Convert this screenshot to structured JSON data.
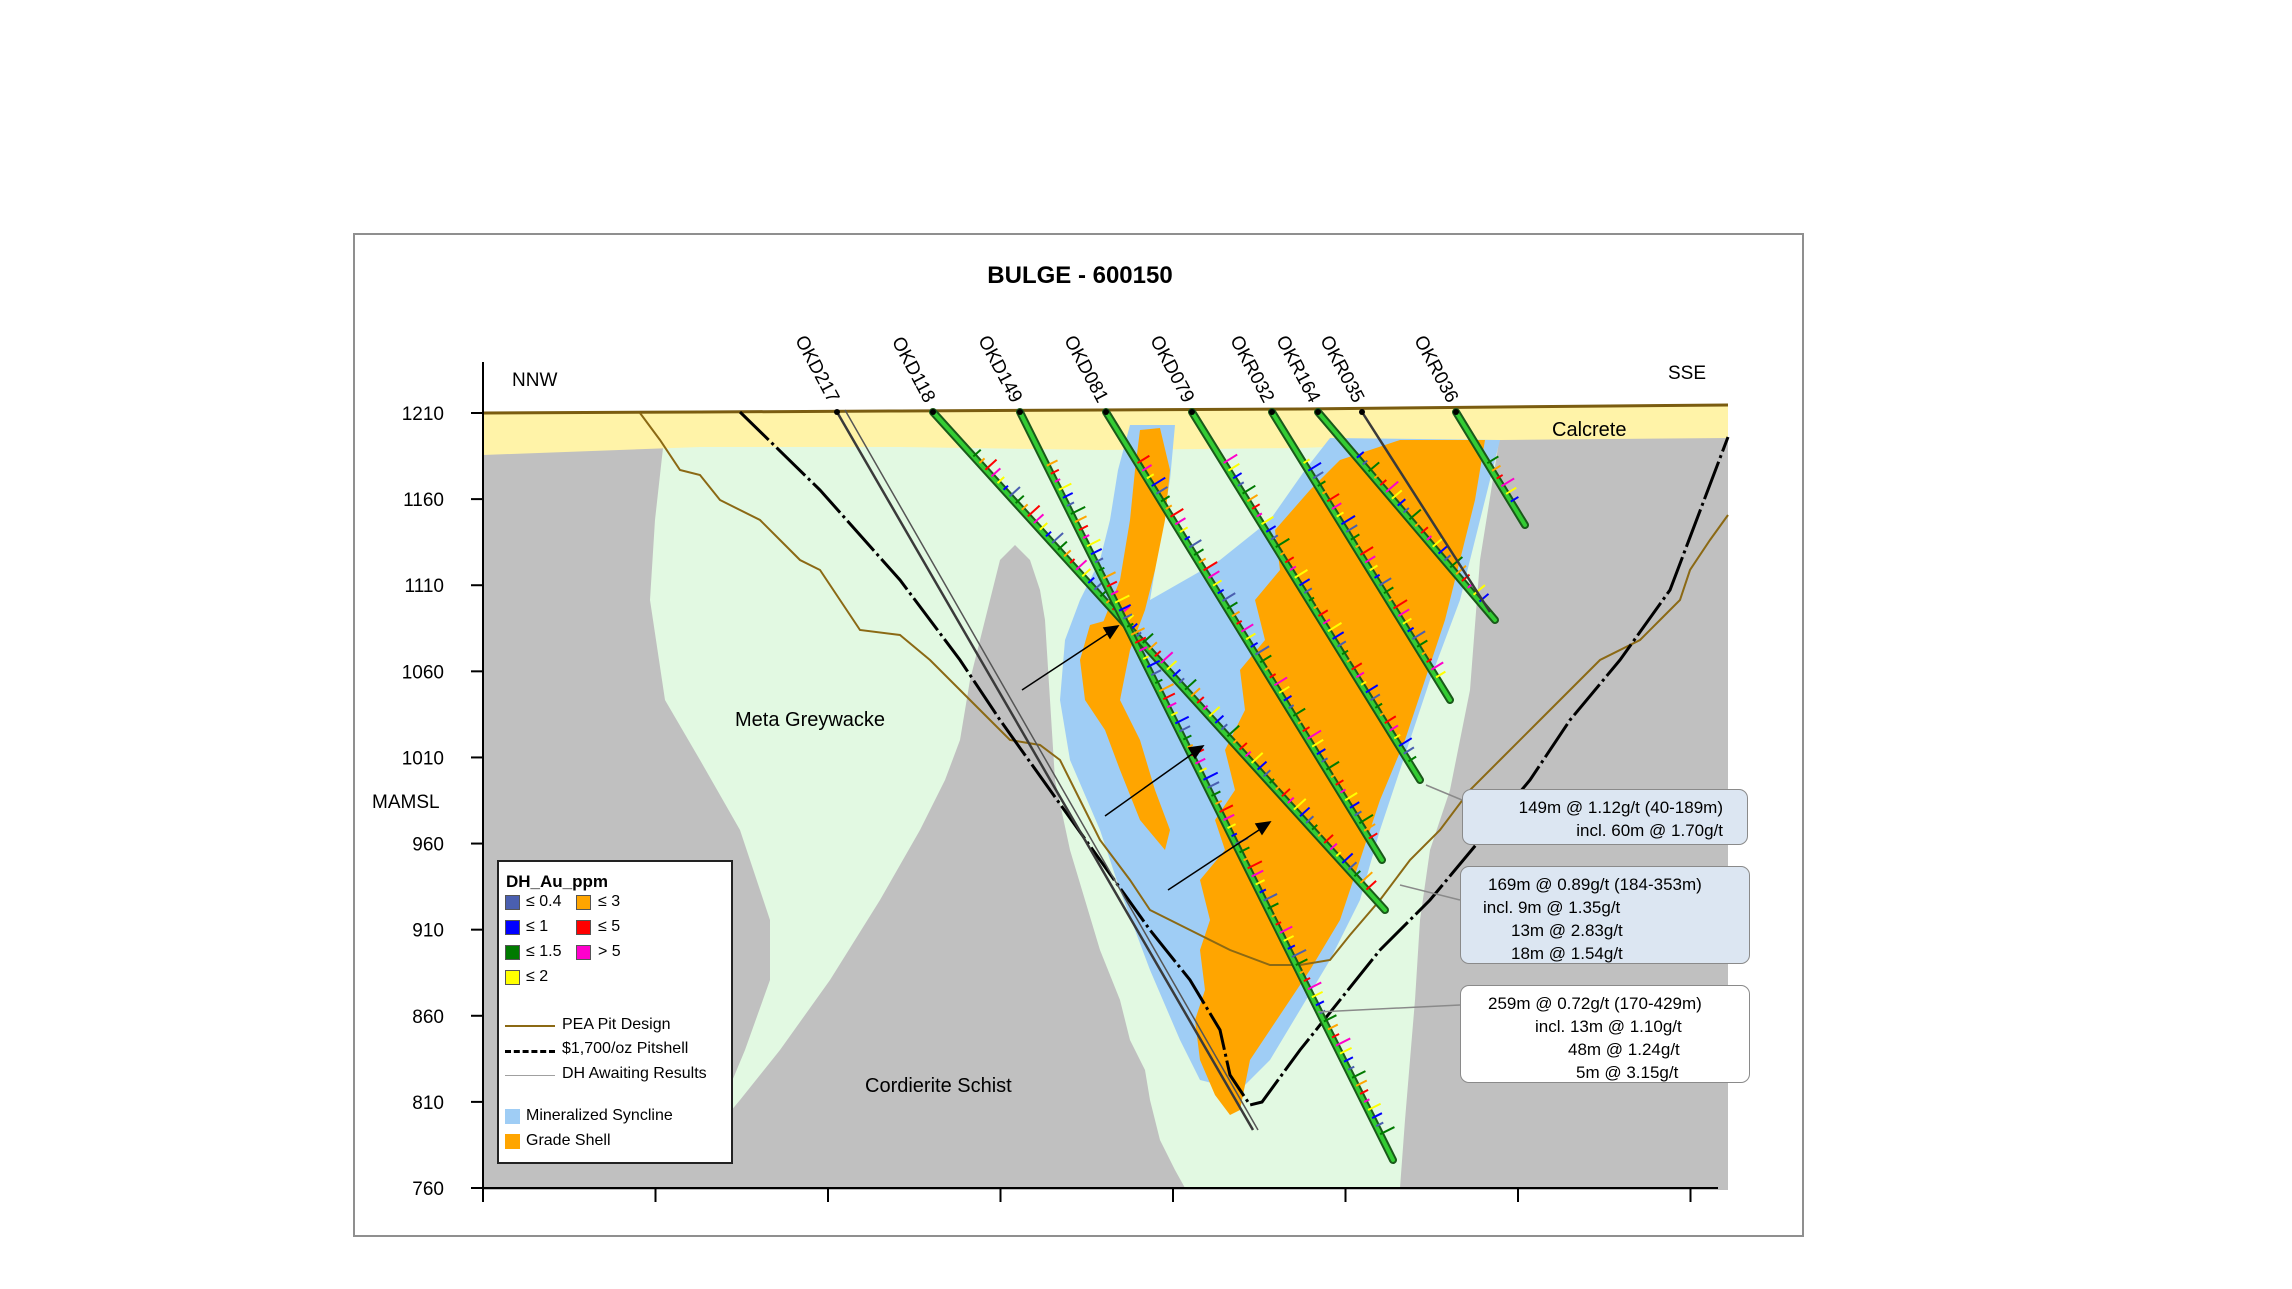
{
  "title": "BULGE - 600150",
  "directions": {
    "left": "NNW",
    "right": "SSE"
  },
  "y_axis": {
    "label": "MAMSL",
    "ticks": [
      "1210",
      "1160",
      "1110",
      "1060",
      "1010",
      "960",
      "910",
      "860",
      "810",
      "760"
    ]
  },
  "drillholes": [
    "OKD217",
    "OKD118",
    "OKD149",
    "OKD081",
    "OKD079",
    "OKR032",
    "OKR164",
    "OKR035",
    "OKR036"
  ],
  "units": {
    "calcrete": "Calcrete",
    "meta_greywacke": "Meta Greywacke",
    "cordierite_schist": "Cordierite Schist"
  },
  "callouts": [
    {
      "lines": [
        "149m @ 1.12g/t (40-189m)",
        "incl. 60m @ 1.70g/t"
      ]
    },
    {
      "lines": [
        "169m @ 0.89g/t (184-353m)",
        "incl. 9m @ 1.35g/t",
        "13m @ 2.83g/t",
        "18m @ 1.54g/t"
      ]
    },
    {
      "lines": [
        "259m @ 0.72g/t (170-429m)",
        "incl. 13m @ 1.10g/t",
        "48m @ 1.24g/t",
        "5m @ 3.15g/t"
      ]
    }
  ],
  "legend": {
    "title": "DH_Au_ppm",
    "grades": [
      {
        "label": "≤ 0.4",
        "color": "#4a5fb0"
      },
      {
        "label": "≤ 3",
        "color": "#ffa500"
      },
      {
        "label": "≤ 1",
        "color": "#0000ff"
      },
      {
        "label": "≤ 5",
        "color": "#ff0000"
      },
      {
        "label": "≤ 1.5",
        "color": "#007a00"
      },
      {
        "label": "> 5",
        "color": "#ff00cc"
      },
      {
        "label": "≤ 2",
        "color": "#ffff00"
      }
    ],
    "lines": [
      {
        "label": "PEA Pit Design",
        "color": "#8b6914"
      },
      {
        "label": "$1,700/oz Pitshell",
        "color": "#000000"
      },
      {
        "label": "DH Awaiting Results",
        "color": "#a0a0a0"
      }
    ],
    "areas": [
      {
        "label": "Mineralized Syncline",
        "color": "#9fcdf5"
      },
      {
        "label": "Grade Shell",
        "color": "#ffa500"
      }
    ]
  },
  "colors": {
    "schist": "#c0c0c0",
    "greywacke": "#e2f9e2",
    "calcrete": "#fff3a8",
    "syncline": "#9fcdf5",
    "grade_shell": "#ffa500",
    "drillhole": "#33cc33",
    "pit_design": "#8b6914"
  }
}
